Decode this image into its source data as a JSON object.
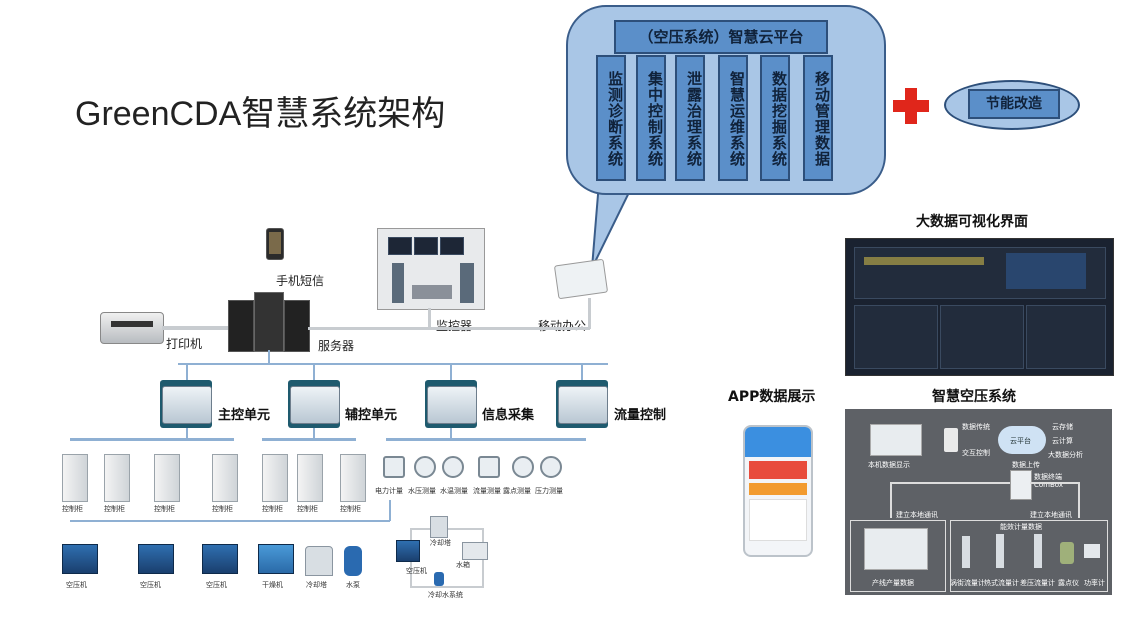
{
  "page_title": "GreenCDA智慧系统架构",
  "platform": {
    "title": "（空压系统）智慧云平台",
    "modules": [
      "监测诊断系统",
      "集中控制系统",
      "泄露治理系统",
      "智慧运维系统",
      "数据挖掘系统",
      "移动管理数据"
    ]
  },
  "energy_retrofit": "节能改造",
  "network": {
    "phone_sms": "手机短信",
    "monitor": "监控器",
    "mobile_office": "移动办公",
    "printer": "打印机",
    "server": "服务器",
    "units": [
      "主控单元",
      "辅控单元",
      "信息采集",
      "流量控制"
    ],
    "cabinets": [
      "控制柜",
      "控制柜",
      "控制柜",
      "控制柜",
      "控制柜",
      "控制柜",
      "控制柜"
    ],
    "sensors": [
      "电力计量",
      "水压测量",
      "水温测量",
      "流量测量",
      "露点测量",
      "压力测量"
    ],
    "equipment": [
      "空压机",
      "空压机",
      "空压机",
      "干燥机",
      "冷却塔",
      "水泵"
    ],
    "cooling": {
      "tower": "冷却塔",
      "compressor": "空压机",
      "pool": "水箱",
      "system": "冷却水系统"
    }
  },
  "bigdata": {
    "title": "大数据可视化界面"
  },
  "app": {
    "title": "APP数据展示"
  },
  "smart": {
    "title": "智慧空压系统",
    "labels": {
      "data_sync": "数据传统",
      "interactive": "交互控制",
      "cloud": "云平台",
      "cloud_storage": "云存储",
      "cloud_compute": "云计算",
      "big_data": "大数据分析",
      "upload": "数据上传",
      "terminal": "数据终端",
      "combox": "ComBox",
      "local_display": "本机数据显示",
      "local_comm_left": "建立本地通讯",
      "local_comm_right": "建立本地通讯",
      "energy_data": "能效计量数据",
      "production_data": "产线产量数据",
      "meters": [
        "涡街流量计",
        "热式流量计",
        "差压流量计",
        "露点仪",
        "功率计"
      ]
    }
  },
  "colors": {
    "accent": "#5b8fc9",
    "cloud": "#a9c6e6",
    "border": "#2d4f7a",
    "plus": "#e0261b",
    "bus": "#8fb0d3"
  }
}
